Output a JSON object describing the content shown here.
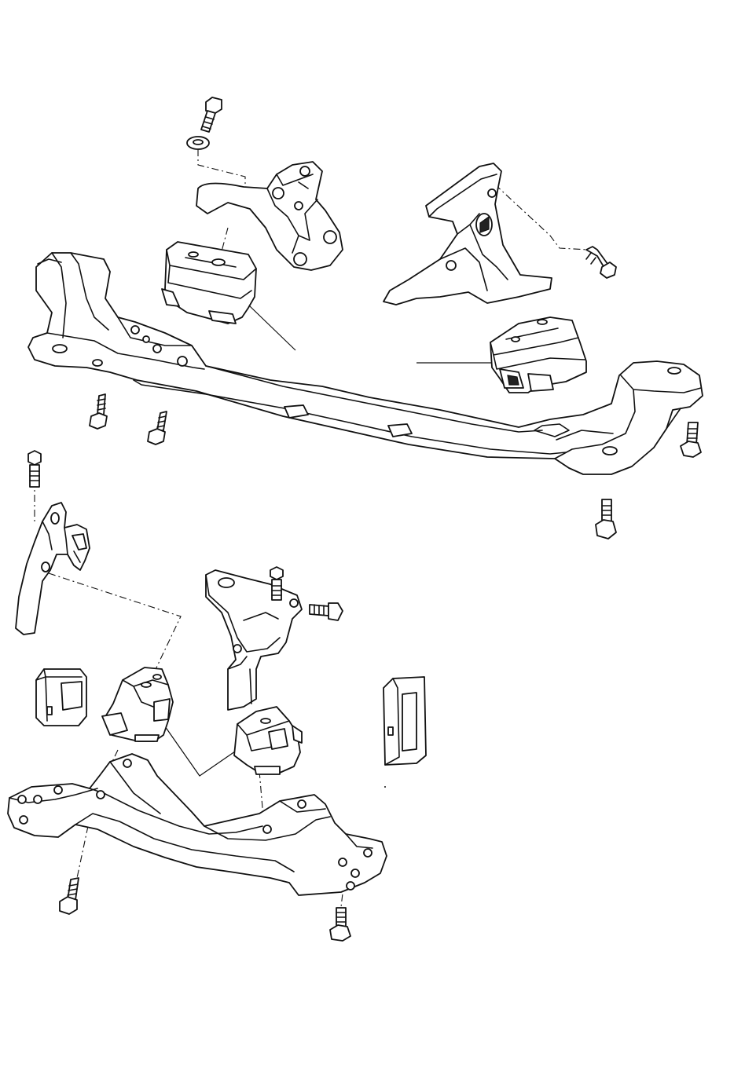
{
  "diagram": {
    "kind": "exploded parts diagram",
    "line_color": "#111111",
    "background": "#ffffff",
    "parts": [
      "bolt-top-center",
      "washer-top-center",
      "engine-mount-bracket-left",
      "engine-mount-left",
      "engine-mount-bracket-right",
      "bolt-right-bracket",
      "engine-mount-right",
      "front-crossmember",
      "bolt-crossmember-left-1",
      "bolt-crossmember-left-2",
      "bolt-crossmember-right-1",
      "bolt-crossmember-right-2",
      "bolt-lower-left-top",
      "torque-arm-bracket",
      "bolt-gearbox-bracket-vertical",
      "bolt-gearbox-bracket-horizontal",
      "gearbox-bracket",
      "rubber-insert-left",
      "rubber-insert-right",
      "transmission-mount-left",
      "transmission-mount-right",
      "rear-crossmember",
      "bolt-rear-crossmember-left",
      "bolt-rear-crossmember-right"
    ]
  }
}
